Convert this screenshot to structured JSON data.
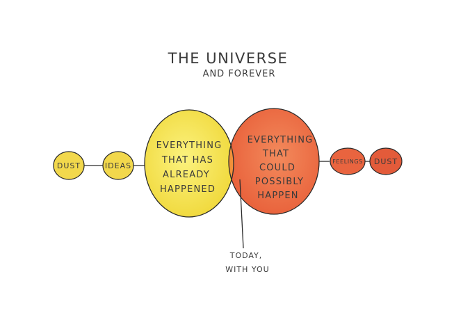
{
  "title": {
    "line1": "THE UNIVERSE",
    "line2": "AND FOREVER"
  },
  "left_circle": {
    "lines": [
      "EVERYTHING",
      "THAT HAS",
      "ALREADY",
      "HAPPENED"
    ],
    "color": "#f4e24e"
  },
  "right_circle": {
    "lines": [
      "EVERYTHING",
      "THAT",
      "COULD",
      "POSSIBLY",
      "HAPPEN"
    ],
    "color": "#ee7a4a"
  },
  "overlap_color": "#f3963b",
  "left_chain": [
    {
      "label": "DUST",
      "color": "#f0d44a"
    },
    {
      "label": "IDEAS",
      "color": "#f0d44a"
    }
  ],
  "right_chain": [
    {
      "label": "FEELINGS",
      "color": "#e8623f"
    },
    {
      "label": "DUST",
      "color": "#e25a3b"
    }
  ],
  "pointer": {
    "lines": [
      "TODAY,",
      "WITH YOU"
    ]
  }
}
